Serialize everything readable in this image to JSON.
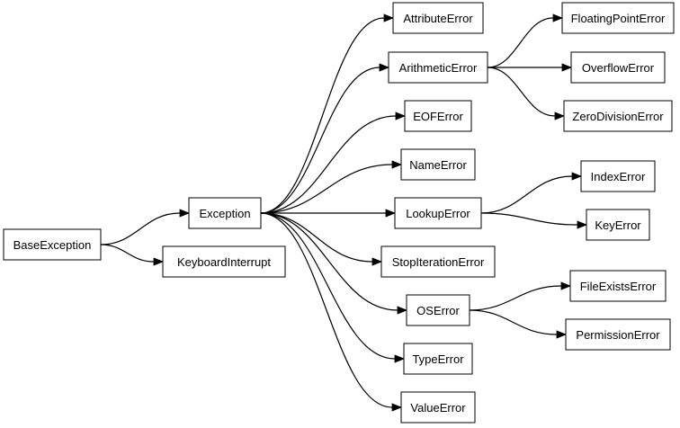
{
  "diagram": {
    "type": "tree",
    "nodes": [
      {
        "id": "base",
        "label": "BaseException"
      },
      {
        "id": "exception",
        "label": "Exception"
      },
      {
        "id": "keyboard",
        "label": "KeyboardInterrupt"
      },
      {
        "id": "attribute",
        "label": "AttributeError"
      },
      {
        "id": "arithmetic",
        "label": "ArithmeticError"
      },
      {
        "id": "eof",
        "label": "EOFError"
      },
      {
        "id": "name",
        "label": "NameError"
      },
      {
        "id": "lookup",
        "label": "LookupError"
      },
      {
        "id": "stopiter",
        "label": "StopIterationError"
      },
      {
        "id": "oserror",
        "label": "OSError"
      },
      {
        "id": "typeerr",
        "label": "TypeError"
      },
      {
        "id": "valueerr",
        "label": "ValueError"
      },
      {
        "id": "floating",
        "label": "FloatingPointError"
      },
      {
        "id": "overflow",
        "label": "OverflowError"
      },
      {
        "id": "zerodiv",
        "label": "ZeroDivisionError"
      },
      {
        "id": "index",
        "label": "IndexError"
      },
      {
        "id": "key",
        "label": "KeyError"
      },
      {
        "id": "fileexists",
        "label": "FileExistsError"
      },
      {
        "id": "permission",
        "label": "PermissionError"
      }
    ],
    "edges": [
      {
        "from": "base",
        "to": "exception"
      },
      {
        "from": "base",
        "to": "keyboard"
      },
      {
        "from": "exception",
        "to": "attribute"
      },
      {
        "from": "exception",
        "to": "arithmetic"
      },
      {
        "from": "exception",
        "to": "eof"
      },
      {
        "from": "exception",
        "to": "name"
      },
      {
        "from": "exception",
        "to": "lookup"
      },
      {
        "from": "exception",
        "to": "stopiter"
      },
      {
        "from": "exception",
        "to": "oserror"
      },
      {
        "from": "exception",
        "to": "typeerr"
      },
      {
        "from": "exception",
        "to": "valueerr"
      },
      {
        "from": "arithmetic",
        "to": "floating"
      },
      {
        "from": "arithmetic",
        "to": "overflow"
      },
      {
        "from": "arithmetic",
        "to": "zerodiv"
      },
      {
        "from": "lookup",
        "to": "index"
      },
      {
        "from": "lookup",
        "to": "key"
      },
      {
        "from": "oserror",
        "to": "fileexists"
      },
      {
        "from": "oserror",
        "to": "permission"
      }
    ]
  }
}
